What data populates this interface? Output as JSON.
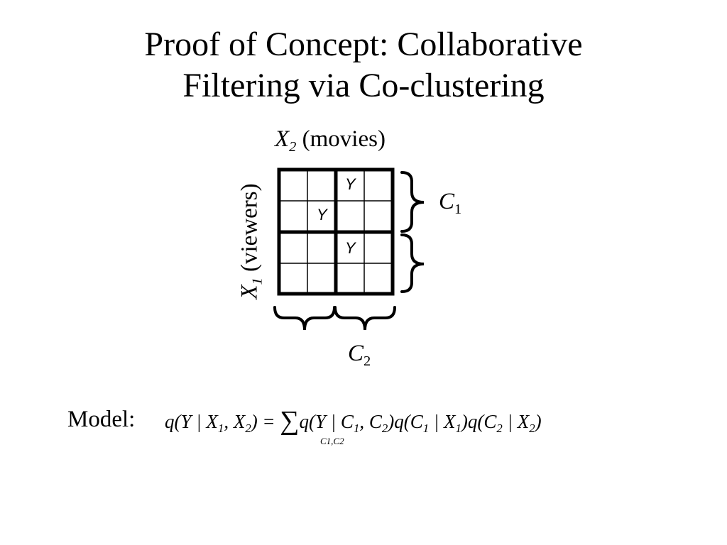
{
  "slide": {
    "title_line1": "Proof of Concept: Collaborative",
    "title_line2": "Filtering via Co-clustering"
  },
  "diagram": {
    "x2_symbol": "X",
    "x2_subscript": "2",
    "x2_text": " (movies)",
    "x1_symbol": "X",
    "x1_subscript": "1",
    "x1_text": " (viewers)",
    "c1_symbol": "C",
    "c1_subscript": "1",
    "c2_symbol": "C",
    "c2_subscript": "2",
    "grid_rows": 4,
    "grid_cols": 4,
    "cells": [
      {
        "row": 0,
        "col": 2,
        "text": "Y"
      },
      {
        "row": 1,
        "col": 1,
        "text": "Y"
      },
      {
        "row": 2,
        "col": 2,
        "text": "Y"
      }
    ]
  },
  "model": {
    "label": "Model:",
    "lhs": "q(Y | X",
    "lhs_sub1": "1",
    "lhs_mid": ", X",
    "lhs_sub2": "2",
    "lhs_end": ") =",
    "sum_symbol": "∑",
    "sum_index": "C1,C2",
    "rhs_a": "q(Y | C",
    "rhs_a_sub1": "1",
    "rhs_a_mid": ", C",
    "rhs_a_sub2": "2",
    "rhs_b": ")q(C",
    "rhs_b_sub1": "1",
    "rhs_b_mid": " | X",
    "rhs_b_sub2": "1",
    "rhs_c": ")q(C",
    "rhs_c_sub1": "2",
    "rhs_c_mid": " | X",
    "rhs_c_sub2": "2",
    "rhs_end": ")"
  }
}
